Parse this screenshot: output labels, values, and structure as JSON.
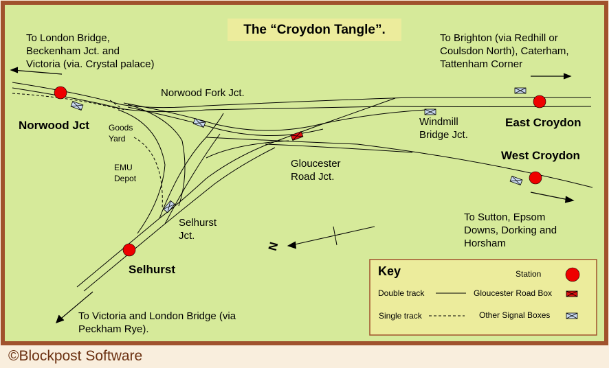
{
  "title": "The “Croydon Tangle”.",
  "copyright": "©Blockpost Software",
  "destinations": {
    "london": "To London Bridge,\nBeckenham Jct. and\nVictoria (via. Crystal palace)",
    "brighton": "To Brighton (via Redhill or\nCoulsdon North), Caterham,\nTattenham Corner",
    "sutton": "To Sutton, Epsom\nDowns, Dorking and\nHorsham",
    "victoria": "To Victoria and London Bridge (via\nPeckham Rye)."
  },
  "stations": {
    "norwood": "Norwood Jct",
    "east_croydon": "East Croydon",
    "west_croydon": "West Croydon",
    "selhurst": "Selhurst"
  },
  "junctions": {
    "norwood_fork": "Norwood Fork Jct.",
    "windmill_bridge": "Windmill\nBridge Jct.",
    "gloucester_road": "Gloucester\nRoad Jct.",
    "selhurst_jct": "Selhurst\nJct."
  },
  "features": {
    "goods_yard": "Goods\nYard",
    "emu_depot": "EMU\nDepot"
  },
  "north_arrow": "N",
  "key": {
    "title": "Key",
    "double_track": "Double track",
    "single_track": "Single track",
    "station": "Station",
    "gloucester_box": "Gloucester Road Box",
    "other_boxes": "Other Signal Boxes"
  },
  "colors": {
    "map_bg": "#d6ea9a",
    "frame": "#a0522d",
    "station": "#ee0000",
    "gloucester_box": "#dd1111",
    "signal_box": "#c8d8ee",
    "copyright": "#6b3010"
  },
  "icons": {
    "station": "red-circle",
    "signal_box": "crossed-rectangle",
    "north_arrow": "arrow-with-n"
  }
}
